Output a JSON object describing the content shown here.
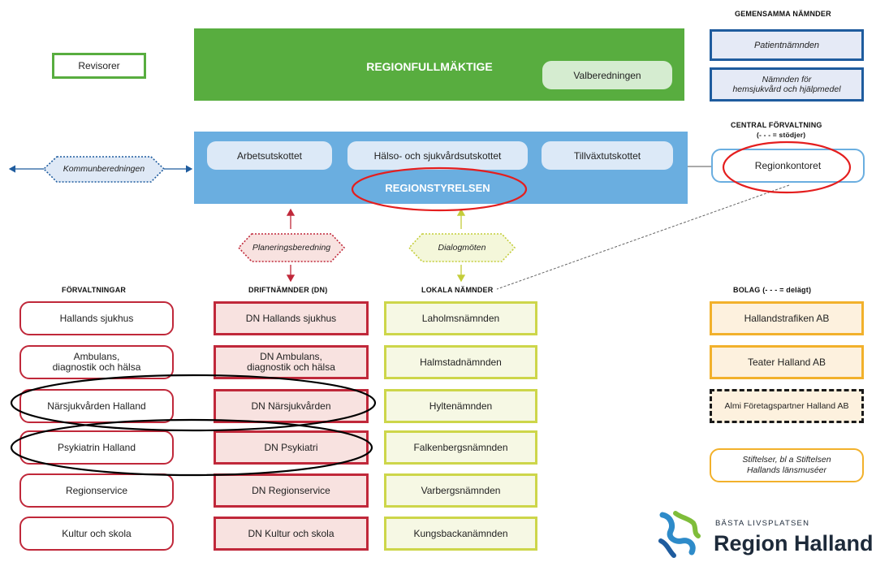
{
  "headings": {
    "gemensamma": "GEMENSAMMA NÄMNDER",
    "central": "CENTRAL FÖRVALTNING",
    "central_note": "(- - - = stödjer)",
    "forvaltningar": "FÖRVALTNINGAR",
    "driftnamnder": "DRIFTNÄMNDER (DN)",
    "lokala": "LOKALA NÄMNDER",
    "bolag": "BOLAG (- - - = delägt)"
  },
  "top": {
    "revisorer": "Revisorer",
    "regionfullmaktige": "REGIONFULLMÄKTIGE",
    "valberedningen": "Valberedningen",
    "patientnamnden": "Patientnämnden",
    "hemsjukvard_line1": "Nämnden för",
    "hemsjukvard_line2": "hemsjukvård och hjälpmedel"
  },
  "styrelse": {
    "arbetsutskottet": "Arbetsutskottet",
    "halso": "Hälso- och sjukvårdsutskottet",
    "tillvaxt": "Tillväxtutskottet",
    "regionstyrelsen": "REGIONSTYRELSEN",
    "kommunberedningen": "Kommunberedningen",
    "regionkontoret": "Regionkontoret",
    "planeringsberedning": "Planeringsberedning",
    "dialogmoten": "Dialogmöten"
  },
  "forvaltningar": [
    {
      "line1": "Hallands sjukhus",
      "line2": ""
    },
    {
      "line1": "Ambulans,",
      "line2": "diagnostik och hälsa"
    },
    {
      "line1": "Närsjukvården Halland",
      "line2": ""
    },
    {
      "line1": "Psykiatrin Halland",
      "line2": ""
    },
    {
      "line1": "Regionservice",
      "line2": ""
    },
    {
      "line1": "Kultur och skola",
      "line2": ""
    }
  ],
  "driftnamnder": [
    {
      "line1": "DN Hallands sjukhus",
      "line2": ""
    },
    {
      "line1": "DN Ambulans,",
      "line2": "diagnostik och hälsa"
    },
    {
      "line1": "DN Närsjukvården",
      "line2": ""
    },
    {
      "line1": "DN Psykiatri",
      "line2": ""
    },
    {
      "line1": "DN Regionservice",
      "line2": ""
    },
    {
      "line1": "DN Kultur och skola",
      "line2": ""
    }
  ],
  "lokala": [
    "Laholmsnämnden",
    "Halmstadnämnden",
    "Hyltenämnden",
    "Falkenbergsnämnden",
    "Varbergsnämnden",
    "Kungsbackanämnden"
  ],
  "bolag": {
    "hallandstrafiken": "Hallandstrafiken AB",
    "teater": "Teater Halland AB",
    "almi": "Almi Företagspartner Halland AB",
    "stiftelser_line1": "Stiftelser, bl a Stiftelsen",
    "stiftelser_line2": "Hallands länsmuséer"
  },
  "logo": {
    "tagline": "BÄSTA LIVSPLATSEN",
    "name": "Region Halland"
  },
  "colors": {
    "green_dark": "#58ad3f",
    "green_light": "#d5ecd0",
    "blue_sky": "#6aaee0",
    "blue_box": "#dce9f7",
    "navy": "#1f5c9e",
    "navy_fill": "#e5eaf6",
    "red": "#c0283a",
    "red_fill": "#f8e2e0",
    "lime": "#cdd64a",
    "lime_fill": "#f6f8e4",
    "orange": "#f2b12b",
    "orange_fill": "#fdf1de",
    "annotation_red": "#e41e1e",
    "annotation_black": "#000000"
  }
}
